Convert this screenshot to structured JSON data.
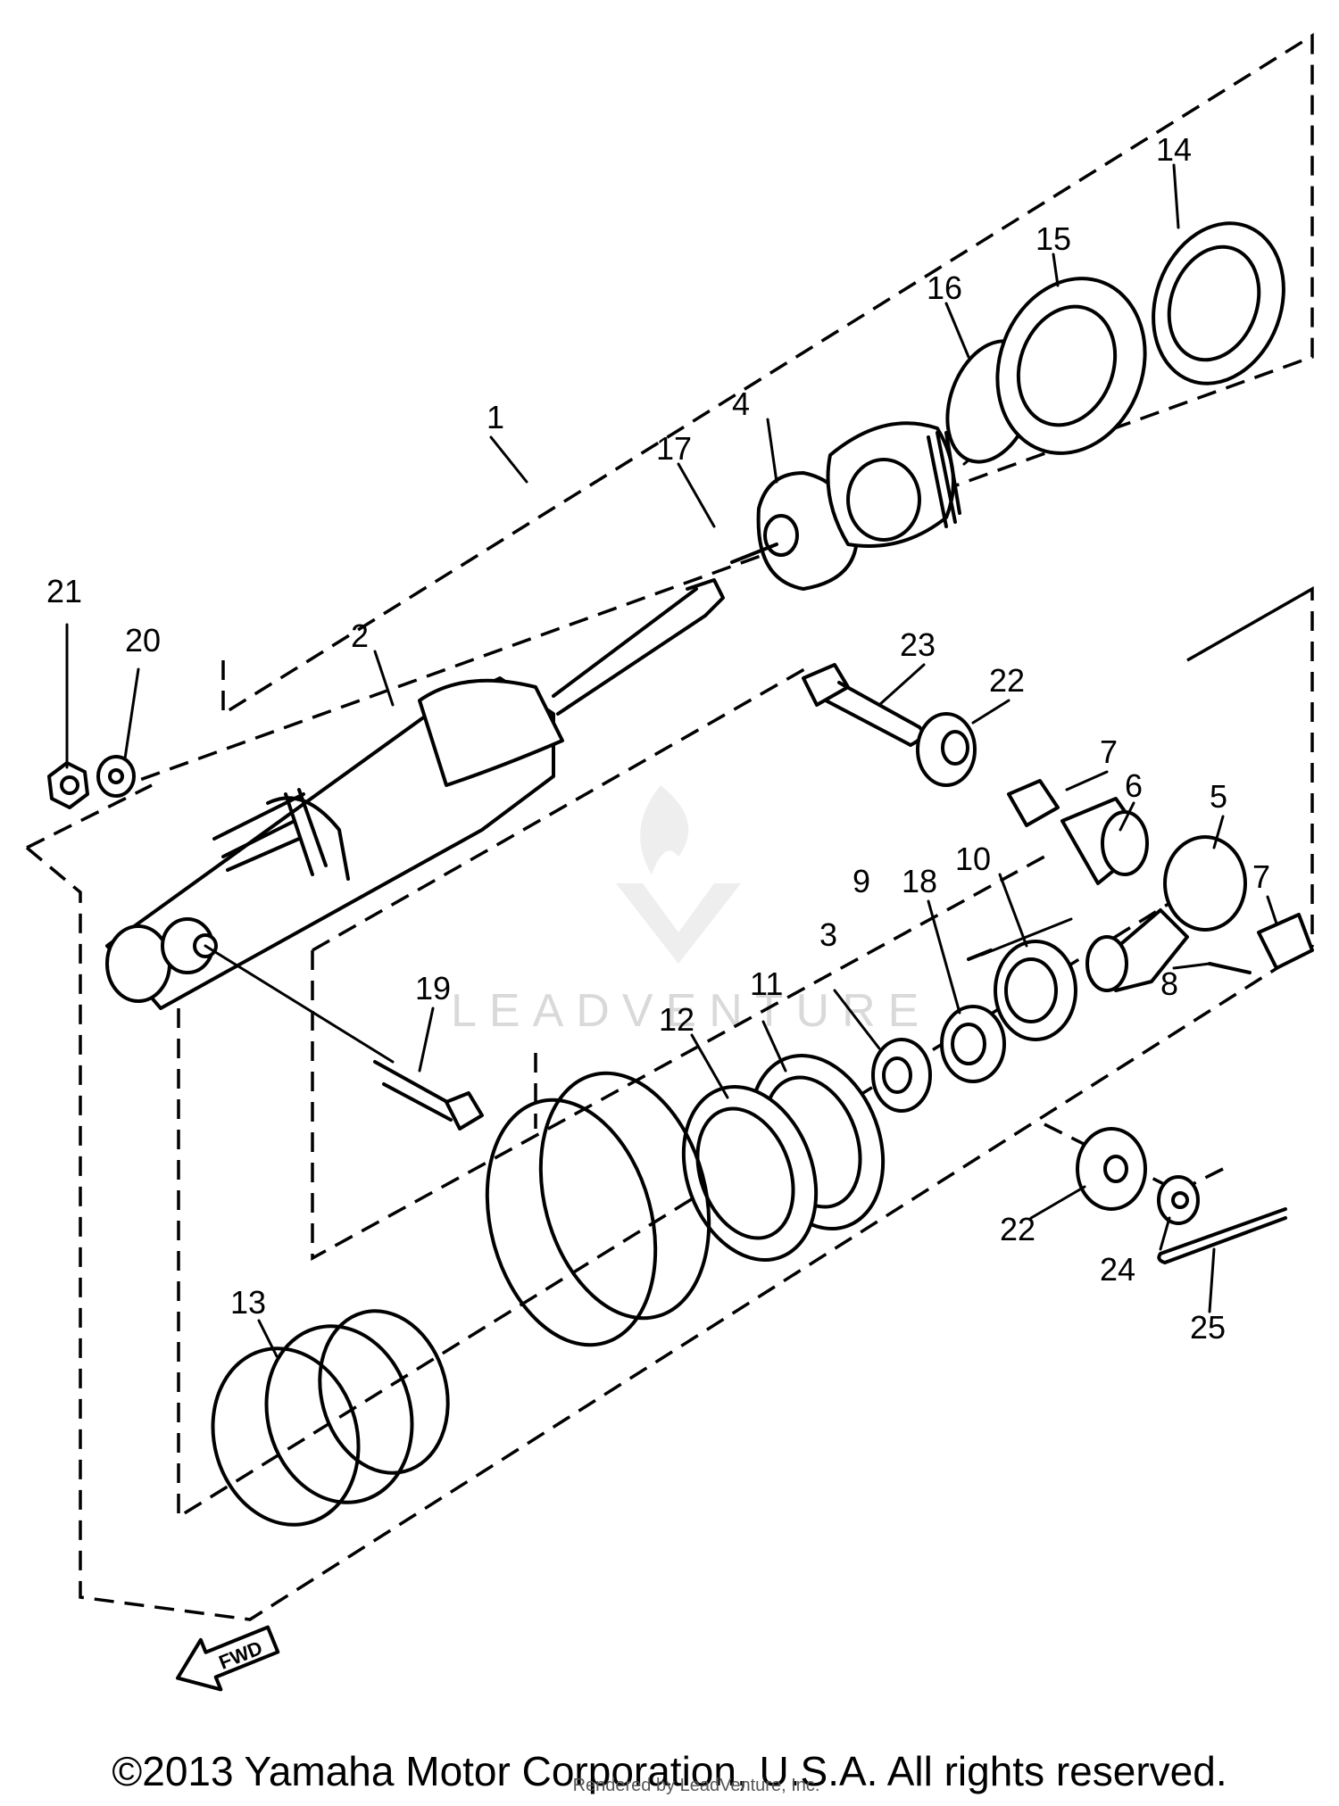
{
  "diagram": {
    "callouts": {
      "c1": "1",
      "c2": "2",
      "c3": "3",
      "c4": "4",
      "c5": "5",
      "c6": "6",
      "c7a": "7",
      "c7b": "7",
      "c8": "8",
      "c9": "9",
      "c10": "10",
      "c11": "11",
      "c12": "12",
      "c13": "13",
      "c14": "14",
      "c15": "15",
      "c16": "16",
      "c17": "17",
      "c18": "18",
      "c19": "19",
      "c20": "20",
      "c21": "21",
      "c22a": "22",
      "c22b": "22",
      "c23": "23",
      "c24": "24",
      "c25": "25"
    },
    "direction_label": "FWD",
    "watermark": "LEADVENTURE"
  },
  "footer": {
    "copyright": "©2013 Yamaha Motor Corporation, U.S.A. All rights reserved.",
    "credit": "Rendered by LeadVenture, Inc."
  }
}
